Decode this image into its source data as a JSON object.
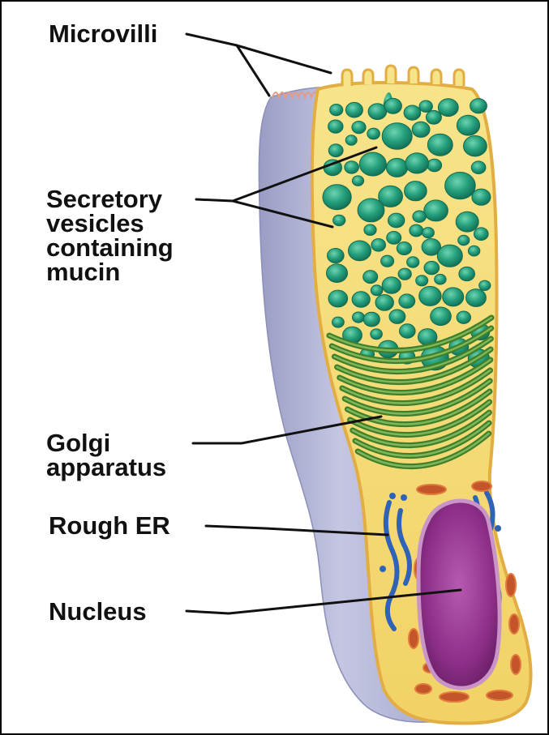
{
  "labels": {
    "microvilli": "Microvilli",
    "secretory": [
      "Secretory",
      "vesicles",
      "containing",
      "mucin"
    ],
    "golgi": [
      "Golgi",
      "apparatus"
    ],
    "rough_er": "Rough ER",
    "nucleus": "Nucleus"
  },
  "colors": {
    "frame": "#000000",
    "leader_line": "#111111",
    "cell_side": "#b7b9d8",
    "cytoplasm": "#f6dc6e",
    "membrane": "#e8b64a",
    "vesicle": "#1f9a78",
    "golgi": "#3f7f2a",
    "rough_er": "#2f63b8",
    "nucleus": "#93338f",
    "mitochondria": "#c4542a"
  }
}
